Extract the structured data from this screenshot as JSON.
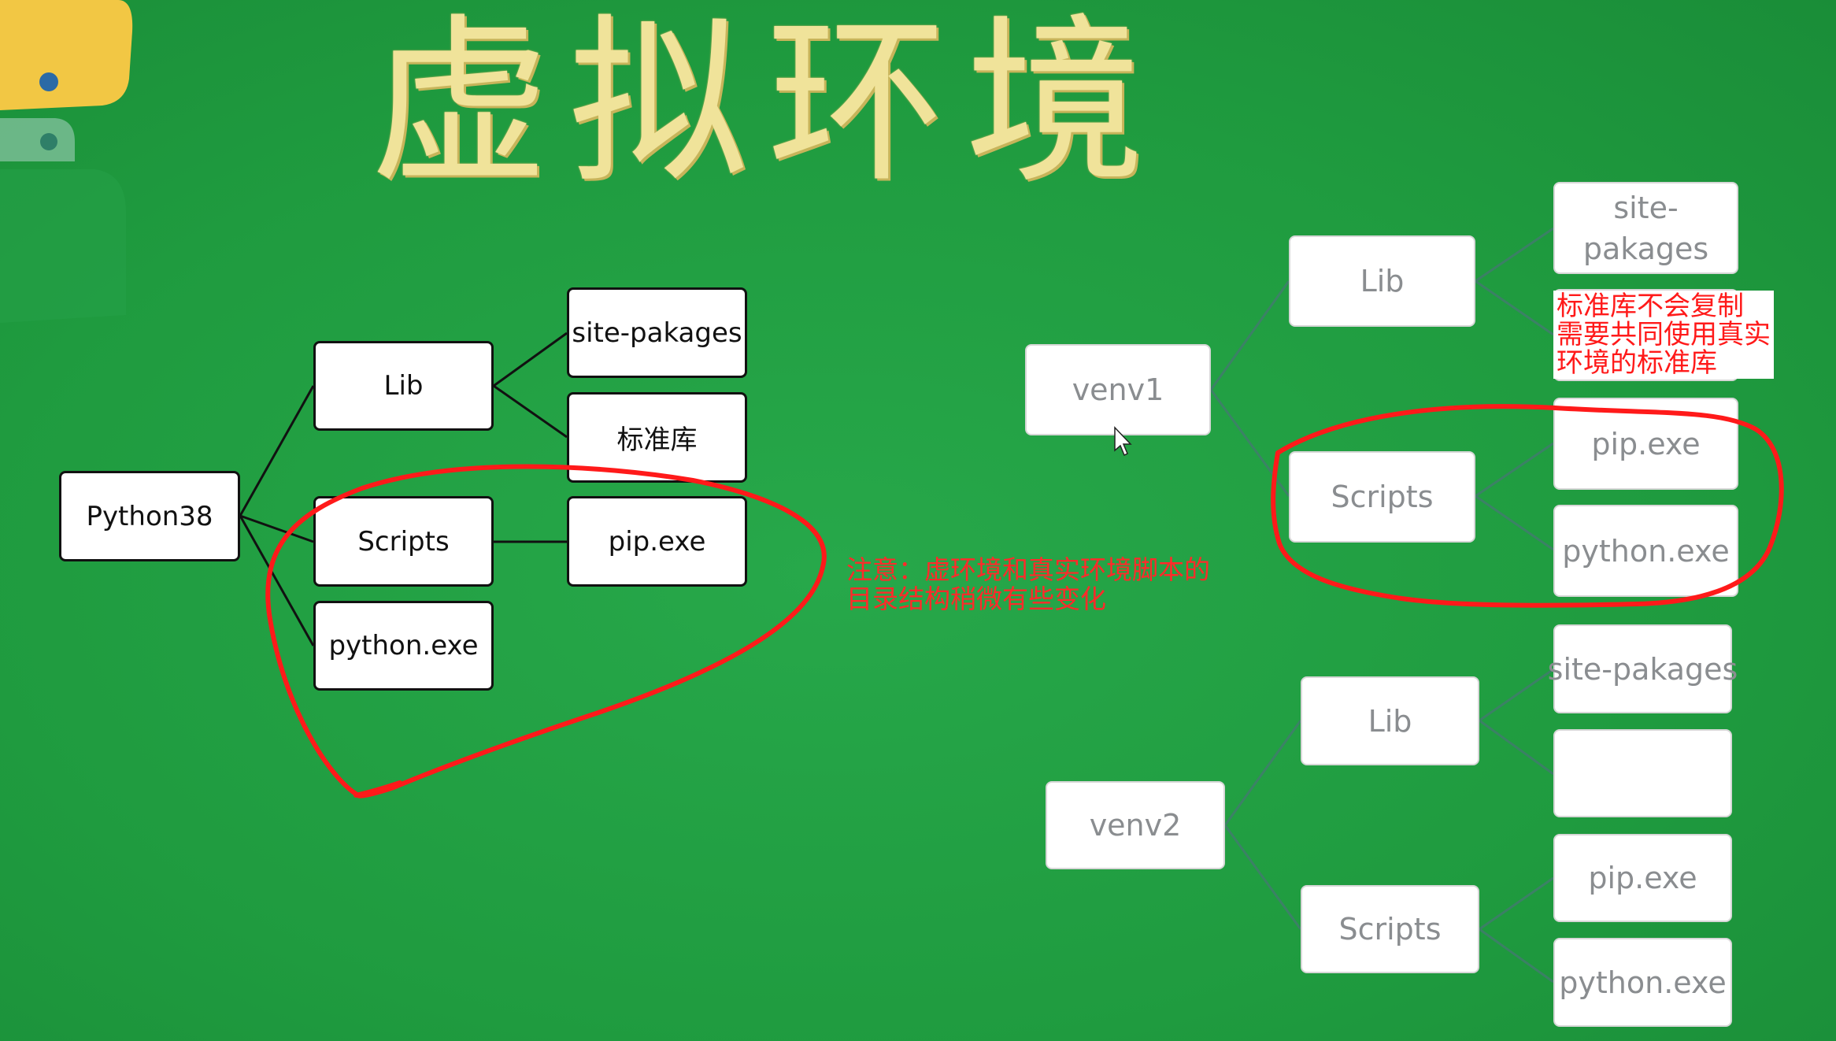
{
  "title": "虚拟环境",
  "left_tree": {
    "root": "Python38",
    "lib": "Lib",
    "scripts": "Scripts",
    "python_exe": "python.exe",
    "site_packages": "site-pakages",
    "stdlib": "标准库",
    "pip_exe": "pip.exe"
  },
  "note_left": {
    "line1": "注意：虚环境和真实环境脚本的",
    "line2": "目录结构稍微有些变化"
  },
  "venv1": {
    "root": "venv1",
    "lib": "Lib",
    "scripts": "Scripts",
    "site_packages_line1": "site-",
    "site_packages_line2": "pakages",
    "pip_exe": "pip.exe",
    "python_exe": "python.exe"
  },
  "note_right": {
    "line1": "标准库不会复制",
    "line2": "需要共同使用真实",
    "line3": "环境的标准库"
  },
  "venv2": {
    "root": "venv2",
    "lib": "Lib",
    "scripts": "Scripts",
    "site_packages": "site-pakages",
    "pip_exe": "pip.exe",
    "python_exe": "python.exe"
  },
  "colors": {
    "background": "#1f9b3f",
    "title": "#f0e39a",
    "annotation": "#ff2a2a"
  }
}
